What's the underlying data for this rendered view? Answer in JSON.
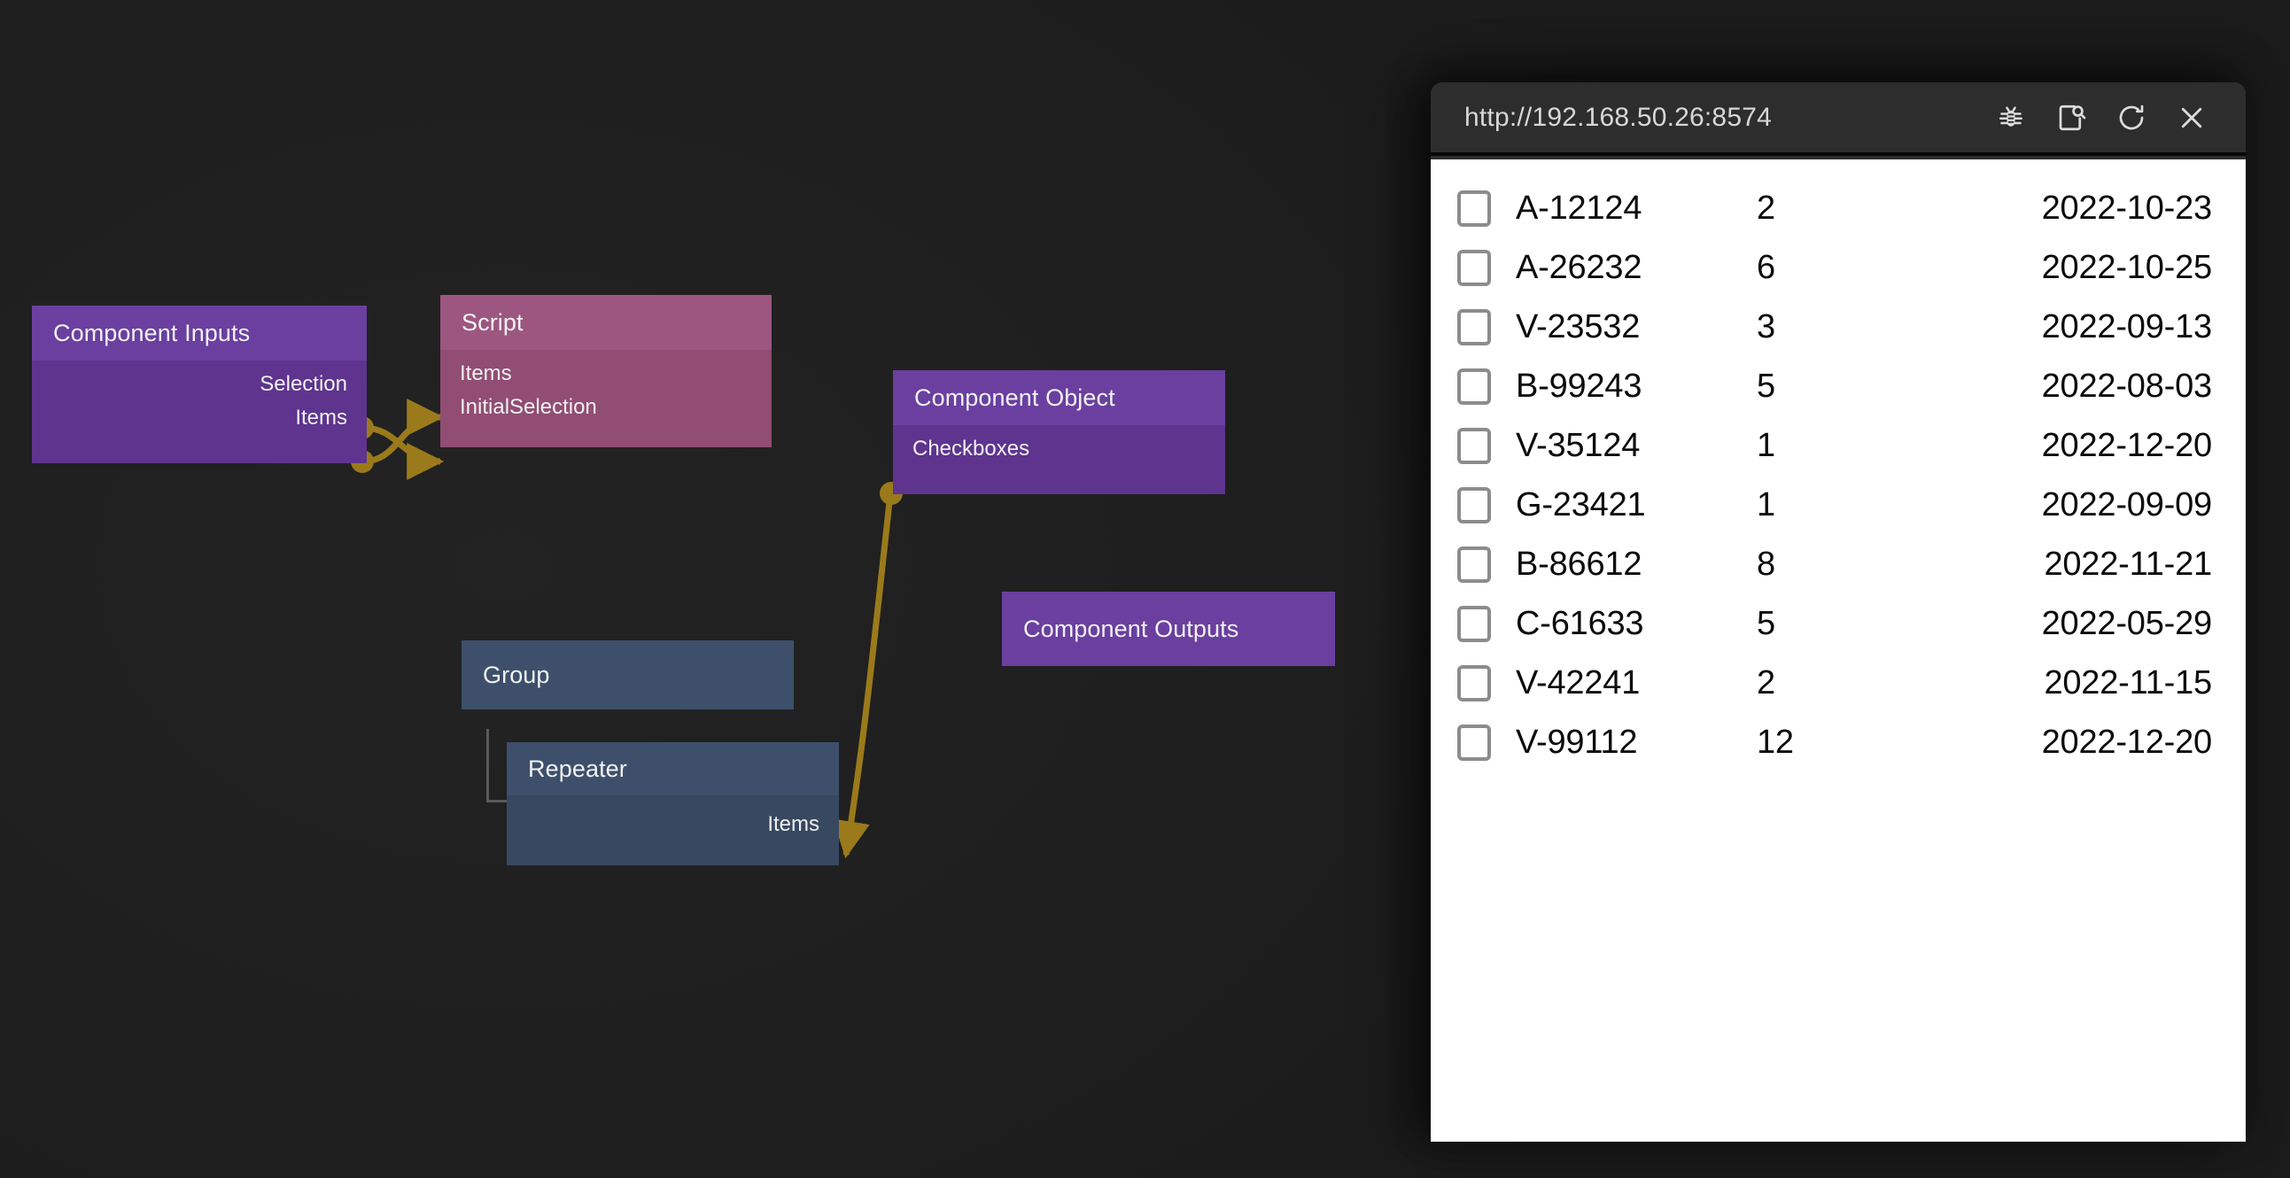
{
  "canvas": {
    "nodes": [
      {
        "id": "component-inputs",
        "title": "Component Inputs",
        "ports": [
          "Selection",
          "Items"
        ]
      },
      {
        "id": "script",
        "title": "Script",
        "ports": [
          "Items",
          "InitialSelection"
        ]
      },
      {
        "id": "component-object",
        "title": "Component Object",
        "ports": [
          "Checkboxes"
        ]
      },
      {
        "id": "component-outputs",
        "title": "Component Outputs",
        "ports": []
      },
      {
        "id": "group",
        "title": "Group",
        "ports": []
      },
      {
        "id": "repeater",
        "title": "Repeater",
        "ports": [
          "Items"
        ]
      }
    ],
    "colors": {
      "background": "#1e1e1e",
      "wire": "#9a7a1b",
      "purple_header": "#6a3fa0",
      "purple_body": "#5e348f",
      "mauve_header": "#9d5680",
      "mauve_body": "#914d73",
      "slate_header": "#3d4f6b",
      "slate_body": "#384861"
    }
  },
  "browser": {
    "url": "http://192.168.50.26:8574",
    "buttons": [
      {
        "name": "debug",
        "icon": "bug-icon"
      },
      {
        "name": "inspect",
        "icon": "page-search-icon"
      },
      {
        "name": "reload",
        "icon": "reload-icon"
      },
      {
        "name": "close",
        "icon": "close-icon"
      }
    ],
    "table": {
      "rows": [
        {
          "checked": false,
          "id": "A-12124",
          "count": "2",
          "date": "2022-10-23"
        },
        {
          "checked": false,
          "id": "A-26232",
          "count": "6",
          "date": "2022-10-25"
        },
        {
          "checked": false,
          "id": "V-23532",
          "count": "3",
          "date": "2022-09-13"
        },
        {
          "checked": false,
          "id": "B-99243",
          "count": "5",
          "date": "2022-08-03"
        },
        {
          "checked": false,
          "id": "V-35124",
          "count": "1",
          "date": "2022-12-20"
        },
        {
          "checked": false,
          "id": "G-23421",
          "count": "1",
          "date": "2022-09-09"
        },
        {
          "checked": false,
          "id": "B-86612",
          "count": "8",
          "date": "2022-11-21"
        },
        {
          "checked": false,
          "id": "C-61633",
          "count": "5",
          "date": "2022-05-29"
        },
        {
          "checked": false,
          "id": "V-42241",
          "count": "2",
          "date": "2022-11-15"
        },
        {
          "checked": false,
          "id": "V-99112",
          "count": "12",
          "date": "2022-12-20"
        }
      ]
    }
  }
}
